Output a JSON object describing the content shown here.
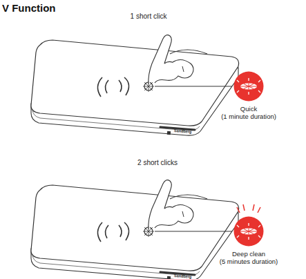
{
  "diagram": {
    "title": "V Function",
    "nodes": [
      {
        "text": [
          "Quick",
          "(1 minute duration)"
        ]
      },
      {
        "text": [
          "Deep clean",
          "(5 minutes duration)"
        ]
      }
    ],
    "labels": [
      "1 short click",
      "Sandberg",
      "2 short clicks",
      "Sandberg"
    ]
  }
}
